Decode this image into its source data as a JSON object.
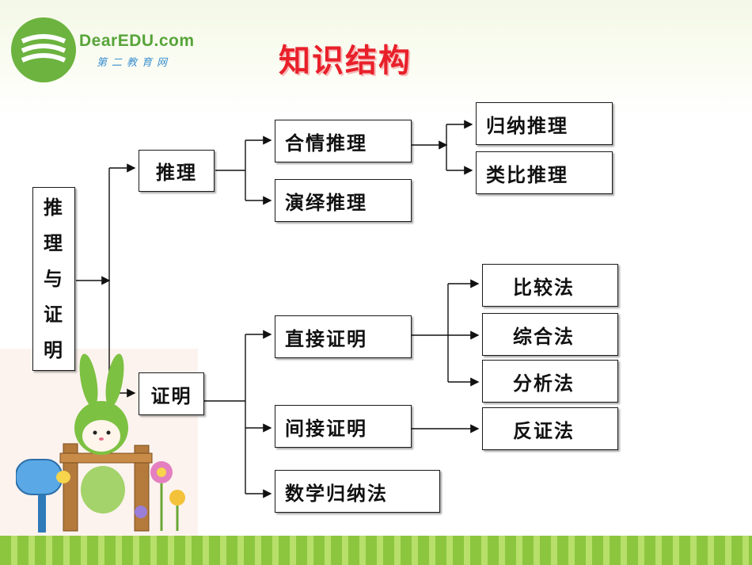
{
  "logo": {
    "brand": "DearEDU.com",
    "subtitle": "第二教育网"
  },
  "title": "知识结构",
  "nodes": {
    "root": [
      "推",
      "理",
      "与",
      "证",
      "明"
    ],
    "reasoning": "推理",
    "plausible": "合情推理",
    "deductive": "演绎推理",
    "induction": "归纳推理",
    "analogy": "类比推理",
    "proof": "证明",
    "direct": "直接证明",
    "indirect": "间接证明",
    "math_induction": "数学归纳法",
    "comparison": "比较法",
    "synthesis": "综合法",
    "analysis": "分析法",
    "contradiction": "反证法"
  },
  "colors": {
    "title": "#e8202a",
    "lines": "#111111",
    "grass": "#8cc63f"
  }
}
